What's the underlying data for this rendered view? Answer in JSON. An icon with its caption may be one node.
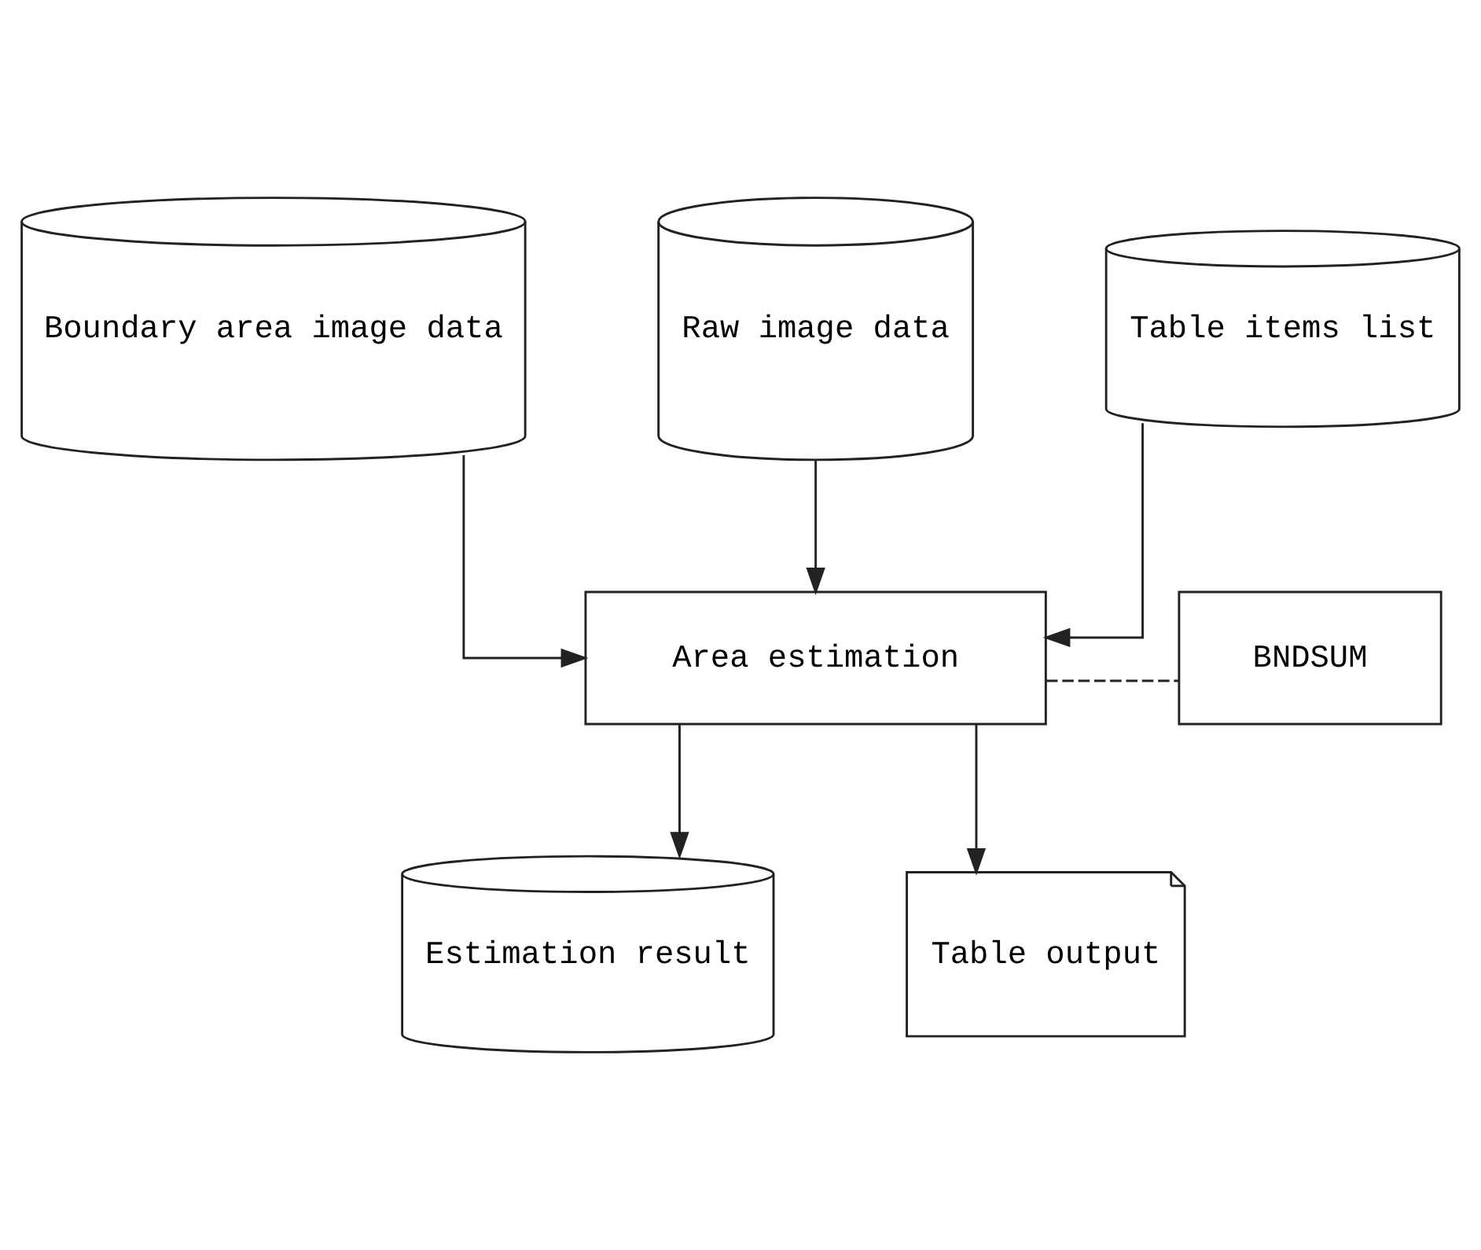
{
  "diagram": {
    "nodes": [
      {
        "text": [
          "Boundary area image data"
        ]
      },
      {
        "text": [
          "Raw image data"
        ]
      },
      {
        "text": [
          "Table items list"
        ]
      },
      {
        "text": [
          "Area estimation"
        ]
      },
      {
        "text": [
          "BNDSUM"
        ]
      },
      {
        "text": [
          "Estimation result"
        ]
      },
      {
        "text": [
          "Table output"
        ]
      }
    ],
    "edges": [
      {
        "from": 0,
        "to": 3,
        "arrow": "to"
      },
      {
        "from": 1,
        "to": 3,
        "arrow": "to"
      },
      {
        "from": 2,
        "to": 3,
        "arrow": "to"
      },
      {
        "from": 3,
        "to": 4,
        "arrow": "none",
        "style": "dashed"
      },
      {
        "from": 3,
        "to": 5,
        "arrow": "to"
      },
      {
        "from": 3,
        "to": 6,
        "arrow": "to"
      }
    ]
  }
}
